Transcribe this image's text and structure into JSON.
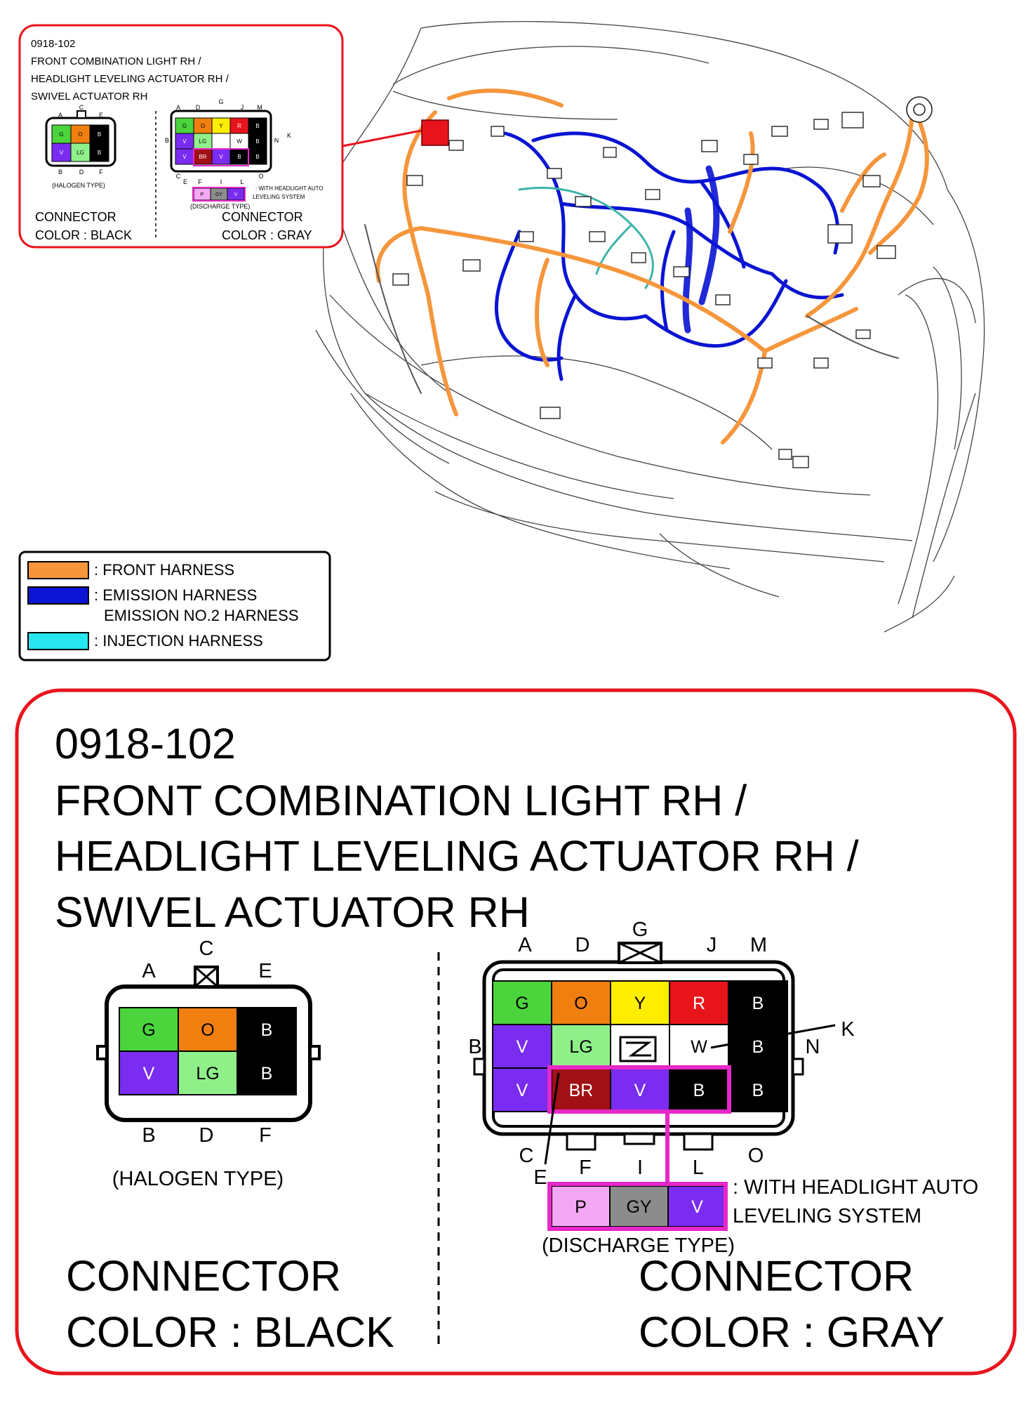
{
  "callout": {
    "code": "0918-102",
    "title_lines": [
      "FRONT COMBINATION LIGHT RH /",
      "HEADLIGHT LEVELING ACTUATOR RH /",
      "SWIVEL ACTUATOR RH"
    ]
  },
  "halogen": {
    "type_label": "(HALOGEN TYPE)",
    "connector_label": "CONNECTOR",
    "color_label": "COLOR : BLACK",
    "top_letters": {
      "left": "A",
      "center": "C",
      "right": "E"
    },
    "bottom_letters": {
      "left": "B",
      "center": "D",
      "right": "F"
    },
    "cells": [
      [
        {
          "text": "G",
          "bg": "#4cd43c",
          "fg": "#000000"
        },
        {
          "text": "O",
          "bg": "#f07f10",
          "fg": "#000000"
        },
        {
          "text": "B",
          "bg": "#000000",
          "fg": "#ffffff"
        }
      ],
      [
        {
          "text": "V",
          "bg": "#7a2cf0",
          "fg": "#ffffff"
        },
        {
          "text": "LG",
          "bg": "#8ff08a",
          "fg": "#000000"
        },
        {
          "text": "B",
          "bg": "#000000",
          "fg": "#ffffff"
        }
      ]
    ]
  },
  "discharge": {
    "type_label": "(DISCHARGE TYPE)",
    "connector_label": "CONNECTOR",
    "color_label": "COLOR : GRAY",
    "letters": {
      "A": "A",
      "D": "D",
      "G": "G",
      "J": "J",
      "M": "M",
      "B": "B",
      "N": "N",
      "K": "K",
      "C": "C",
      "E": "E",
      "F": "F",
      "I": "I",
      "L": "L",
      "O": "O"
    },
    "cells": [
      [
        {
          "text": "G",
          "bg": "#4cd43c",
          "fg": "#000000"
        },
        {
          "text": "O",
          "bg": "#f07f10",
          "fg": "#000000"
        },
        {
          "text": "Y",
          "bg": "#ffee00",
          "fg": "#000000"
        },
        {
          "text": "R",
          "bg": "#e8141c",
          "fg": "#ffffff"
        },
        {
          "text": "B",
          "bg": "#000000",
          "fg": "#ffffff"
        }
      ],
      [
        {
          "text": "V",
          "bg": "#7a2cf0",
          "fg": "#ffffff"
        },
        {
          "text": "LG",
          "bg": "#8ff08a",
          "fg": "#000000"
        },
        {
          "text": "",
          "bg": "#ffffff",
          "fg": "#000000"
        },
        {
          "text": "W",
          "bg": "#ffffff",
          "fg": "#000000"
        },
        {
          "text": "B",
          "bg": "#000000",
          "fg": "#ffffff"
        }
      ],
      [
        {
          "text": "V",
          "bg": "#7a2cf0",
          "fg": "#ffffff"
        },
        {
          "text": "BR",
          "bg": "#a01014",
          "fg": "#ffffff"
        },
        {
          "text": "V",
          "bg": "#7a2cf0",
          "fg": "#ffffff"
        },
        {
          "text": "B",
          "bg": "#000000",
          "fg": "#ffffff"
        },
        {
          "text": "B",
          "bg": "#000000",
          "fg": "#ffffff"
        }
      ]
    ],
    "auto_leveling": {
      "cells": [
        {
          "text": "P",
          "bg": "#f4a8f4",
          "fg": "#000000"
        },
        {
          "text": "GY",
          "bg": "#8c8c8c",
          "fg": "#000000"
        },
        {
          "text": "V",
          "bg": "#7a2cf0",
          "fg": "#ffffff"
        }
      ],
      "note_lines": [
        ": WITH HEADLIGHT AUTO",
        "LEVELING SYSTEM"
      ]
    }
  },
  "legend": {
    "items": [
      {
        "color": "#f5963c",
        "lines": [
          ": FRONT HARNESS"
        ]
      },
      {
        "color": "#0a14d2",
        "lines": [
          ": EMISSION HARNESS",
          "EMISSION NO.2 HARNESS"
        ]
      },
      {
        "color": "#28e6f0",
        "lines": [
          ": INJECTION HARNESS"
        ]
      }
    ]
  },
  "colors": {
    "frame_red": "#e8141c",
    "highlight_magenta": "#e628c8",
    "front_harness": "#f5963c",
    "emission_harness": "#0a14d2",
    "injection_harness": "#3cb4aa"
  }
}
